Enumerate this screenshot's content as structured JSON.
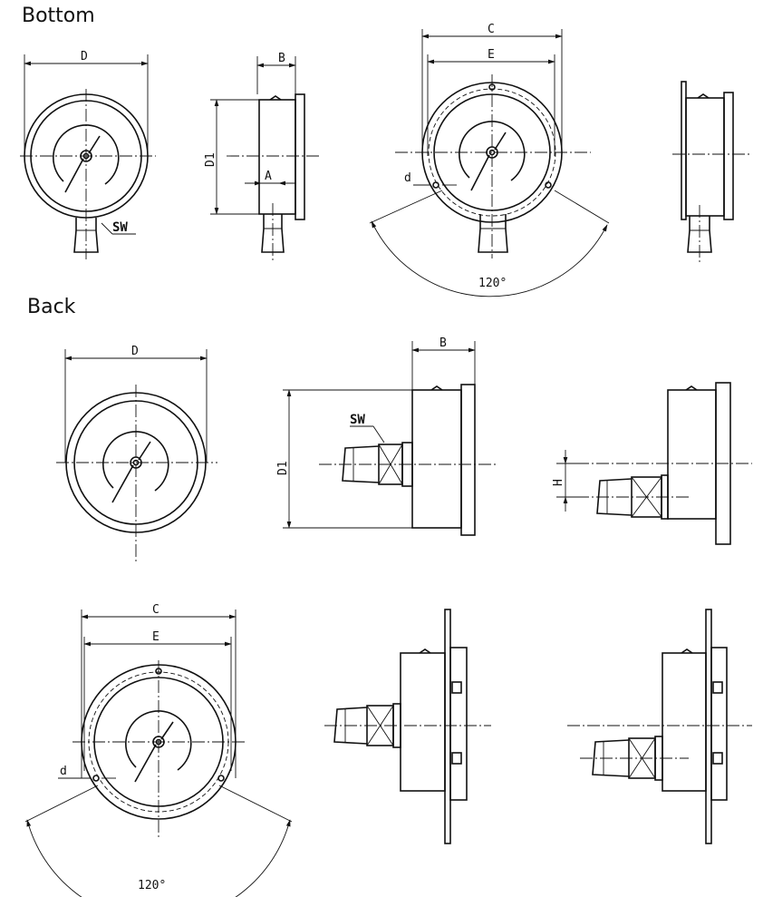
{
  "sections": {
    "bottom": {
      "title": "Bottom"
    },
    "back": {
      "title": "Back"
    }
  },
  "labels": {
    "D": "D",
    "B": "B",
    "C": "C",
    "E": "E",
    "D1": "D1",
    "A": "A",
    "d": "d",
    "SW": "SW",
    "H": "H",
    "angle": "120°"
  }
}
